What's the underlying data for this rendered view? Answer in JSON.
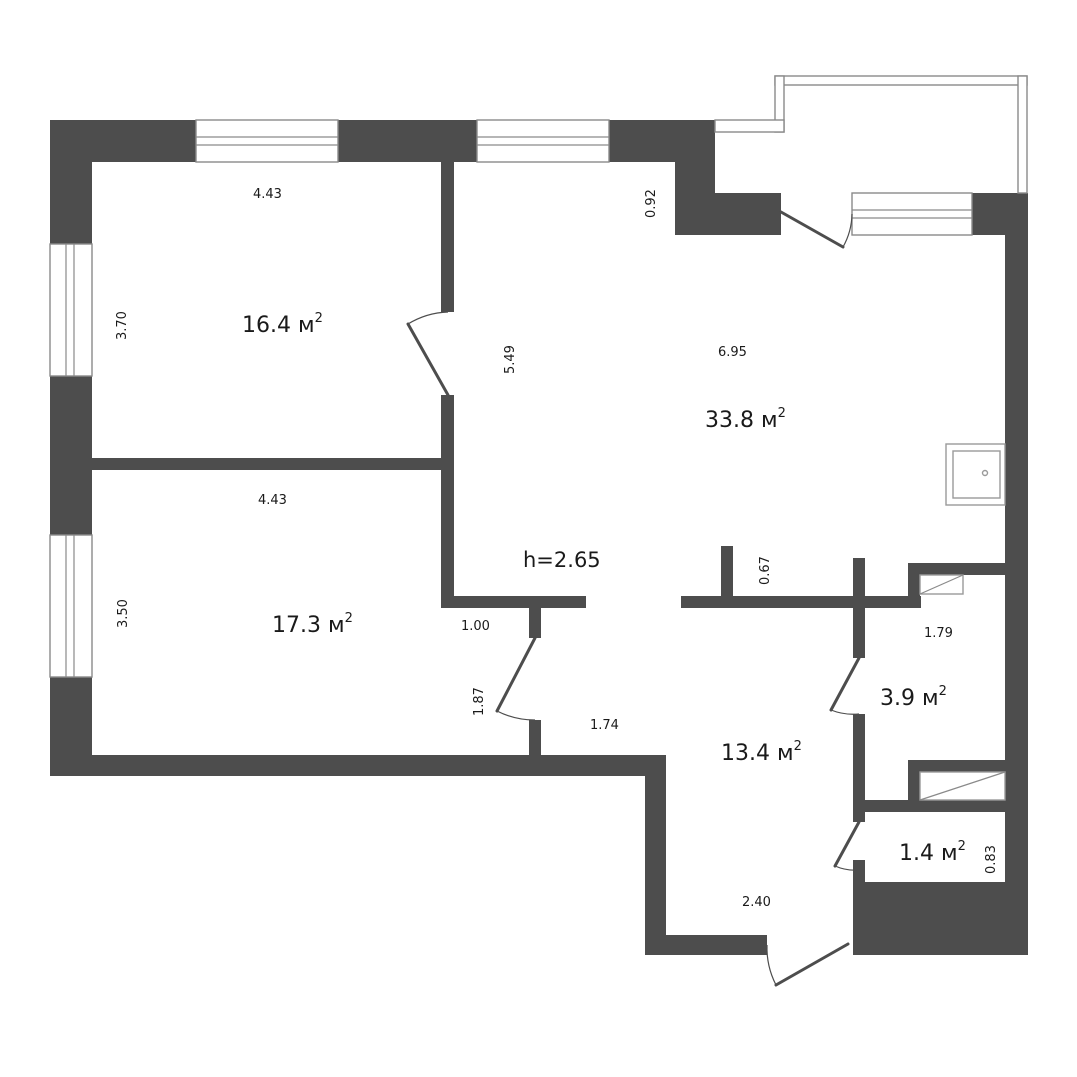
{
  "rooms": [
    {
      "id": "bedroom-1",
      "area": "16.4 м",
      "sup": "2"
    },
    {
      "id": "living-kitchen",
      "area": "33.8 м",
      "sup": "2"
    },
    {
      "id": "bedroom-2",
      "area": "17.3 м",
      "sup": "2"
    },
    {
      "id": "hallway",
      "area": "13.4 м",
      "sup": "2"
    },
    {
      "id": "bathroom",
      "area": "3.9 м",
      "sup": "2"
    },
    {
      "id": "toilet",
      "area": "1.4 м",
      "sup": "2"
    }
  ],
  "dimensions": {
    "bedroom1_width": "4.43",
    "bedroom1_height": "3.70",
    "bedroom2_width": "4.43",
    "bedroom2_height": "3.50",
    "living_width": "6.95",
    "living_depth": "5.49",
    "balcony_door": "0.92",
    "closet": "0.67",
    "bath_width": "1.79",
    "corridor_width": "1.00",
    "corridor_length": "1.87",
    "hall_width": "1.74",
    "entrance_width": "2.40",
    "toilet_width": "0.83"
  },
  "ceiling_height": "h=2.65",
  "colors": {
    "wall": "#4d4d4d",
    "background": "#ffffff"
  }
}
